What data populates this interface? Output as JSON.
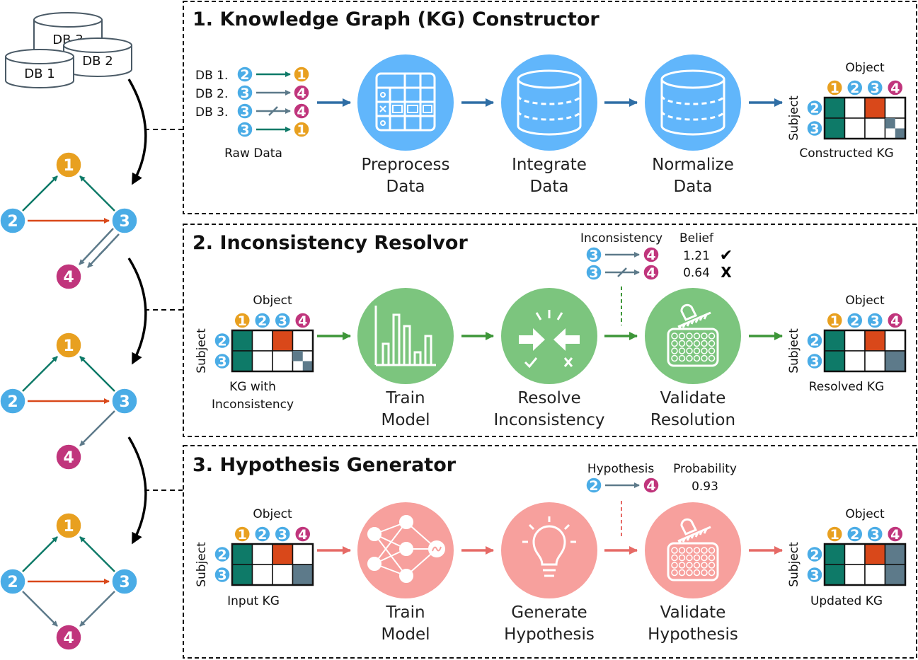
{
  "colors": {
    "teal": "#0e7a68",
    "orange": "#d9481a",
    "slate": "#5d7a8a",
    "blue": "#4aace6",
    "yellow": "#e8a020",
    "magenta": "#c0357c",
    "arrow_blue": "#2f6ea5",
    "arrow_green": "#3d9638",
    "arrow_red": "#e66a66",
    "circle_blue": "#61b6fb",
    "circle_green": "#7cc57e",
    "circle_red": "#f7a09d"
  },
  "left": {
    "databases": [
      "DB 3",
      "DB 2",
      "DB 1"
    ],
    "graph_nodes": [
      "1",
      "2",
      "3",
      "4"
    ]
  },
  "section1": {
    "title": "1. Knowledge Graph (KG) Constructor",
    "raw_rows": [
      {
        "db": "DB 1.",
        "from": "2",
        "to": "1"
      },
      {
        "db": "DB 2.",
        "from": "3",
        "to": "4"
      },
      {
        "db": "DB 3.",
        "from": "3",
        "to": "4"
      },
      {
        "db": "",
        "from": "3",
        "to": "1"
      }
    ],
    "raw_label": "Raw Data",
    "steps": [
      {
        "line1": "Preprocess",
        "line2": "Data",
        "icon": "table-icon"
      },
      {
        "line1": "Integrate",
        "line2": "Data",
        "icon": "database-icon"
      },
      {
        "line1": "Normalize",
        "line2": "Data",
        "icon": "database-icon"
      }
    ],
    "matrix_caption": "Constructed KG"
  },
  "section2": {
    "title": "2. Inconsistency Resolvor",
    "input_caption_1": "KG with",
    "input_caption_2": "Inconsistency",
    "steps": [
      {
        "line1": "Train",
        "line2": "Model",
        "icon": "bar-chart-icon"
      },
      {
        "line1": "Resolve",
        "line2": "Inconsistency",
        "icon": "resolve-arrows-icon"
      },
      {
        "line1": "Validate",
        "line2": "Resolution",
        "icon": "well-plate-icon"
      }
    ],
    "callout": {
      "col1": "Inconsistency",
      "col2": "Belief",
      "rows": [
        {
          "from": "3",
          "to": "4",
          "value": "1.21",
          "mark": "✔"
        },
        {
          "from": "3",
          "to": "4",
          "value": "0.64",
          "mark": "X"
        }
      ]
    },
    "matrix_caption": "Resolved KG"
  },
  "section3": {
    "title": "3. Hypothesis Generator",
    "input_caption": "Input KG",
    "steps": [
      {
        "line1": "Train",
        "line2": "Model",
        "icon": "neural-network-icon"
      },
      {
        "line1": "Generate",
        "line2": "Hypothesis",
        "icon": "lightbulb-icon"
      },
      {
        "line1": "Validate",
        "line2": "Hypothesis",
        "icon": "well-plate-icon"
      }
    ],
    "callout": {
      "col1": "Hypothesis",
      "col2": "Probability",
      "rows": [
        {
          "from": "2",
          "to": "4",
          "value": "0.93"
        }
      ]
    },
    "matrix_caption": "Updated KG"
  },
  "matrix": {
    "object_label": "Object",
    "subject_label": "Subject",
    "object_ids": [
      "1",
      "2",
      "3",
      "4"
    ],
    "subject_ids": [
      "2",
      "3"
    ]
  }
}
